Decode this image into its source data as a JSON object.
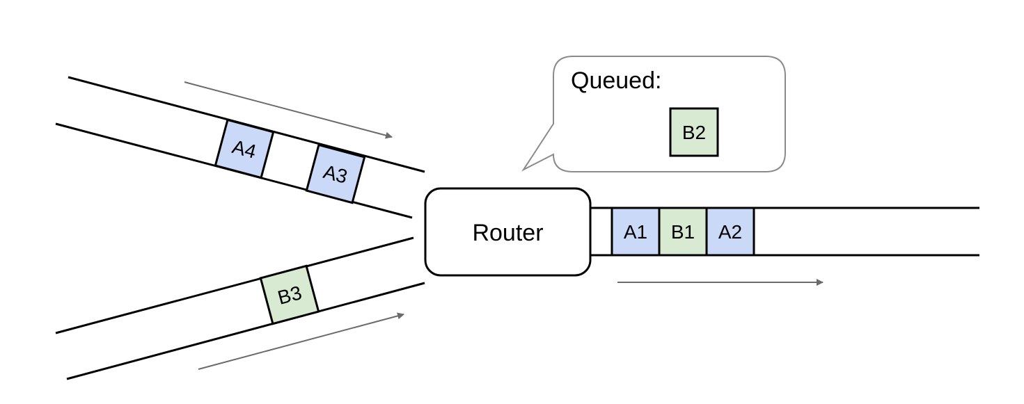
{
  "router": {
    "label": "Router"
  },
  "queue": {
    "label": "Queued:",
    "packets": [
      {
        "label": "B2",
        "flow": "B"
      }
    ]
  },
  "upper_link_packets": [
    {
      "label": "A4",
      "flow": "A"
    },
    {
      "label": "A3",
      "flow": "A"
    }
  ],
  "lower_link_packets": [
    {
      "label": "B3",
      "flow": "B"
    }
  ],
  "output_link_packets": [
    {
      "label": "A1",
      "flow": "A"
    },
    {
      "label": "B1",
      "flow": "B"
    },
    {
      "label": "A2",
      "flow": "A"
    }
  ],
  "colors": {
    "flow_A": "#c9d9f7",
    "flow_B": "#d9ead3",
    "line": "#000000",
    "arrow": "#6b6b6b",
    "bubble_border": "#8a8a8a"
  }
}
